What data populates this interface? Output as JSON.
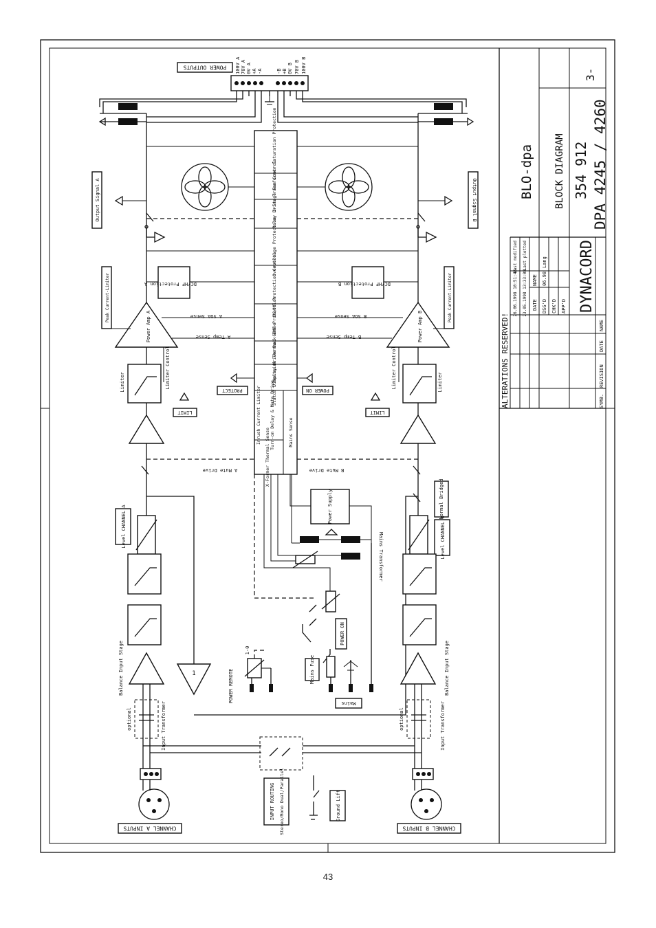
{
  "page_number": "43",
  "title_block": {
    "alterations": "ALTERATIONS RESERVED!",
    "last_modified_label": "Last modified",
    "last_modified_value": "26.06.1998 10:51:48",
    "last_plotted_label": "Last plotted",
    "last_plotted_value": "23.05.1998 13:33:08",
    "date_hdr": "DATE",
    "name_hdr": "NAME",
    "dsgd": "DSG'D",
    "dsgd_date": "06.98",
    "dsgd_name": "Lang",
    "chkd": "CHK'D",
    "appd": "APP'D",
    "symb_hdr": "SYMB.",
    "revision_hdr": "REVISION",
    "rev_date_hdr": "DATE",
    "rev_name_hdr": "NAME",
    "file_name": "BLO-dpa",
    "drawing_title": "BLOCK DIAGRAM",
    "drawing_number": "354 912",
    "company": "DYNACORD",
    "model": "DPA 4245 / 4260",
    "sheet": "3-"
  },
  "protection_blocks": [
    "Transformer Saturation Protection",
    "3-Stage Fan Control",
    "Relay Drive",
    "Overvoltage Protection",
    "DC/HF Protection Control",
    "Back-EMF Protection",
    "Heatsink Thermal Sense",
    "Status Display Driver",
    "Inrush Current Limiter",
    "Turn-on Delay & Mute Drive",
    "X-Former Thermal Sense",
    "Mains Sense"
  ],
  "labels": {
    "power_outputs": "POWER OUTPUTS",
    "term_a": [
      "100V A",
      "70V A",
      "0V A",
      "+A",
      "-A"
    ],
    "term_b": [
      "-B",
      "+B",
      "0V B",
      "70V B",
      "100V B"
    ],
    "output_signal_a": "Output Signal A",
    "output_signal_b": "Output Signal B",
    "peak_limiter": "Peak Current-Limiter",
    "dc_hf_prot_a": "DC/HF Protection A",
    "dc_hf_prot_b": "DC/HF Protection B",
    "power_amp_a": "Power Amp A",
    "power_amp_b": "Power Amp B",
    "a_soa": "A SOA Sense",
    "b_soa": "B SOA Sense",
    "a_temp": "A Temp Sense",
    "b_temp": "B Temp Sense",
    "limiter": "Limiter",
    "limiter_control": "Limiter Control",
    "limit": "LIMIT",
    "protect": "PROTECT",
    "power_on": "POWER ON",
    "a_mute": "A Mute Drive",
    "b_mute": "B Mute Drive",
    "level_a": "Level CHANNEL A",
    "level_b": "Level CHANNEL B",
    "normal_bridged": "Normal Bridged",
    "power_supply": "Power Supply",
    "mains_transformer": "Mains Transformer",
    "power_on_switch": "POWER ON",
    "power_remote": "POWER REMOTE",
    "mains_fuse": "Mains Fuse",
    "mains": "Mains",
    "balance_input": "Balance Input Stage",
    "optional": "optional",
    "input_transformer": "Input Transformer",
    "channel_a_inputs": "CHANNEL A INPUTS",
    "channel_b_inputs": "CHANNEL B INPUTS",
    "input_routing": "INPUT ROUTING",
    "input_routing_opts": "Stereo/Mono Dual/Parallel",
    "ground_lift": "Ground Lift",
    "one_zero": "1-0"
  }
}
